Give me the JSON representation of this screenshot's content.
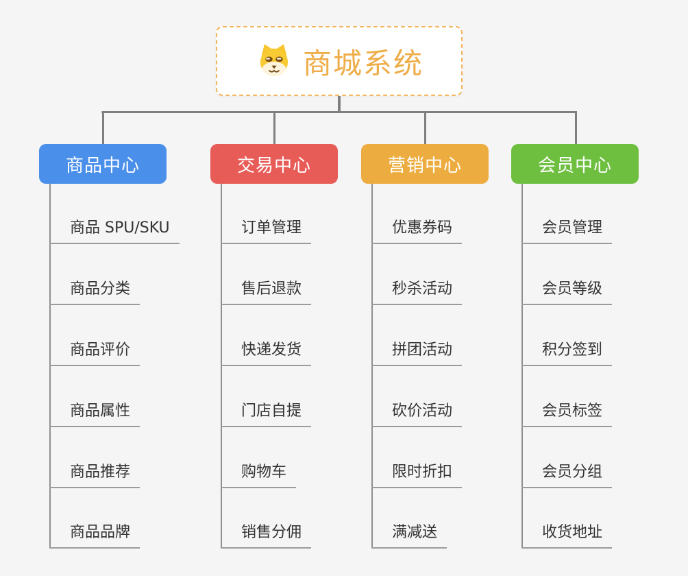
{
  "root": {
    "label": "商城系统",
    "icon": "shiba-dog-icon",
    "accent_color": "#efad4a",
    "border_color": "#f3b55e"
  },
  "branches": [
    {
      "label": "商品中心",
      "color": "#4a8fe9",
      "items": [
        "商品 SPU/SKU",
        "商品分类",
        "商品评价",
        "商品属性",
        "商品推荐",
        "商品品牌"
      ]
    },
    {
      "label": "交易中心",
      "color": "#e85c58",
      "items": [
        "订单管理",
        "售后退款",
        "快递发货",
        "门店自提",
        "购物车",
        "销售分佣"
      ]
    },
    {
      "label": "营销中心",
      "color": "#edac3f",
      "items": [
        "优惠券码",
        "秒杀活动",
        "拼团活动",
        "砍价活动",
        "限时折扣",
        "满减送"
      ]
    },
    {
      "label": "会员中心",
      "color": "#6ebf3f",
      "items": [
        "会员管理",
        "会员等级",
        "积分签到",
        "会员标签",
        "会员分组",
        "收货地址"
      ]
    }
  ],
  "colors": {
    "background": "#f5f5f6",
    "connector_line": "#7f7f7f",
    "trunk_line": "#8f8f8f",
    "underline": "#9b9b9b",
    "child_text": "#333333",
    "node_text": "#ffffff"
  }
}
